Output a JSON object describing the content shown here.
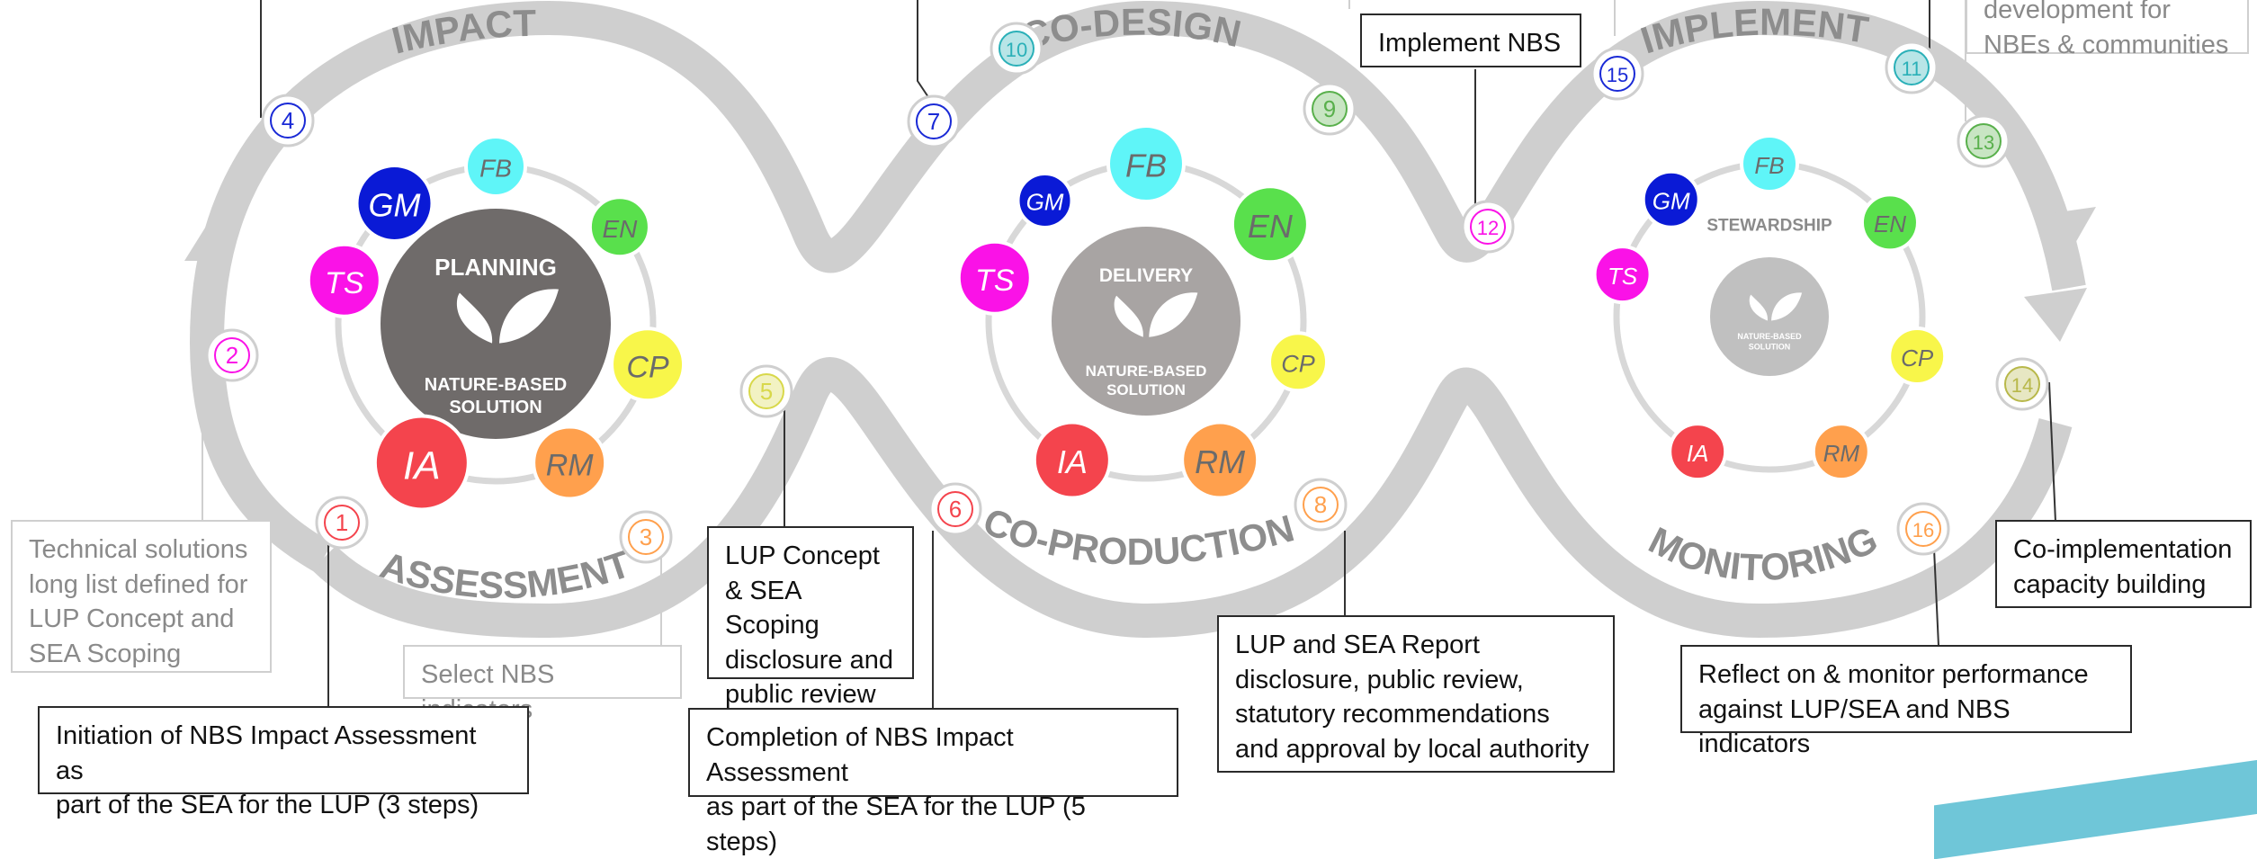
{
  "phases": [
    {
      "label": "PLANNING",
      "sub": "NATURE-BASED\nSOLUTION"
    },
    {
      "label": "DELIVERY",
      "sub": "NATURE-BASED\nSOLUTION"
    },
    {
      "label": "STEWARDSHIP",
      "sub": "NATURE-BASED\nSOLUTION"
    }
  ],
  "arc_labels": [
    "IMPACT",
    "ASSESSMENT",
    "CO-DESIGN",
    "CO-PRODUCTION",
    "IMPLEMENT",
    "MONITORING"
  ],
  "nodes": [
    "FB",
    "EN",
    "CP",
    "RM",
    "IA",
    "TS",
    "GM"
  ],
  "steps": [
    "1",
    "2",
    "3",
    "4",
    "5",
    "6",
    "7",
    "8",
    "9",
    "10",
    "11",
    "12",
    "13",
    "14",
    "15",
    "16"
  ],
  "notes": {
    "tech_solutions": "Technical solutions\nlong list defined for\nLUP Concept and\nSEA Scoping",
    "select_indicators": "Select NBS indicators",
    "initiation": "Initiation of NBS Impact Assessment as\npart of the SEA for the LUP (3 steps)",
    "lup_concept": "LUP Concept\n& SEA Scoping\ndisclosure and\npublic review",
    "completion": "Completion of NBS Impact Assessment\nas part of the SEA for the LUP (5 steps)",
    "implement_nbs": "Implement NBS",
    "lup_report": "LUP and SEA Report\ndisclosure, public review,\nstatutory recommendations\nand approval by local authority",
    "reflect": "Reflect on & monitor performance\nagainst LUP/SEA and NBS indicators",
    "coimpl": "Co-implementation\ncapacity building",
    "development": "development for\nNBEs & communities"
  },
  "colors": {
    "loop": "#cfcfcf",
    "FB": "#5ff5f8",
    "EN": "#59e04c",
    "CP": "#f8f64a",
    "RM": "#ffa04d",
    "IA": "#f4444d",
    "TS": "#fa12e7",
    "GM": "#0a1ad6",
    "planning": "#6f6b6a",
    "delivery": "#a8a4a3",
    "stewardship": "#c0c0c0"
  }
}
